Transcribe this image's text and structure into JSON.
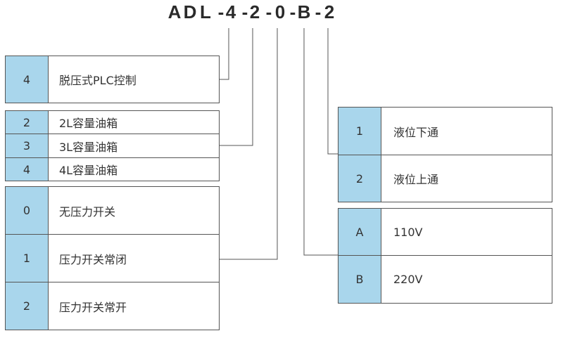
{
  "model_code": {
    "chars": [
      "A",
      "D",
      "L",
      "-",
      "4",
      "-",
      "2",
      "-",
      "0",
      "-",
      "B",
      "-",
      "2"
    ]
  },
  "group_plc": [
    {
      "code": "4",
      "desc": "脱压式PLC控制"
    }
  ],
  "group_tank": [
    {
      "code": "2",
      "desc": "2L容量油箱"
    },
    {
      "code": "3",
      "desc": "3L容量油箱"
    },
    {
      "code": "4",
      "desc": "4L容量油箱"
    }
  ],
  "group_pressure_switch": [
    {
      "code": "0",
      "desc": "无压力开关"
    },
    {
      "code": "1",
      "desc": "压力开关常闭"
    },
    {
      "code": "2",
      "desc": "压力开关常开"
    }
  ],
  "group_level": [
    {
      "code": "1",
      "desc": "液位下通"
    },
    {
      "code": "2",
      "desc": "液位上通"
    }
  ],
  "group_voltage": [
    {
      "code": "A",
      "desc": "110V"
    },
    {
      "code": "B",
      "desc": "220V"
    }
  ],
  "colors": {
    "code_cell": "#a9d6ec",
    "border": "#555555",
    "leader_line": "#555555"
  }
}
